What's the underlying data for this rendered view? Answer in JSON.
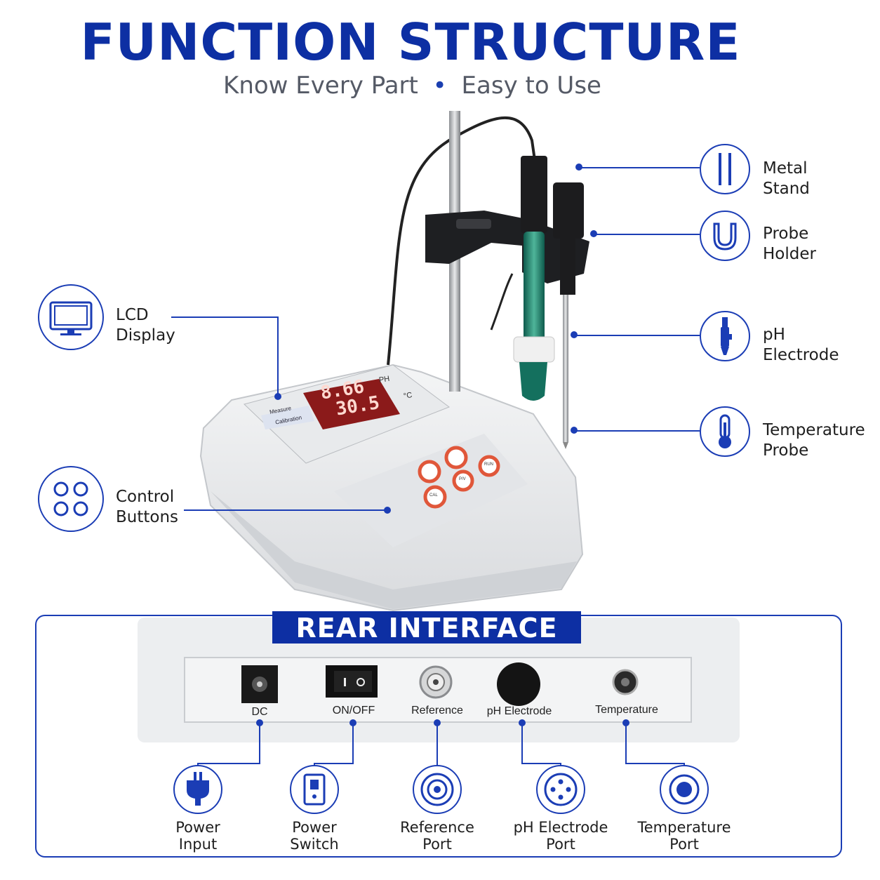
{
  "header": {
    "title": "FUNCTION STRUCTURE",
    "subtitle_left": "Know Every Part",
    "subtitle_sep": "•",
    "subtitle_right": "Easy to Use"
  },
  "device_display": {
    "ph_reading": "8.66",
    "temp_reading": "30.5",
    "ph_unit": "PH",
    "temp_unit": "°C",
    "mode_measure": "Measure",
    "mode_calibration": "Calibration",
    "button_cal": "CAL",
    "button_pv": "P/V",
    "button_run": "RUN"
  },
  "callouts": {
    "lcd": {
      "line1": "LCD",
      "line2": "Display",
      "icon": "monitor-icon"
    },
    "control": {
      "line1": "Control",
      "line2": "Buttons",
      "icon": "four-circles-icon"
    },
    "stand": {
      "line1": "Metal",
      "line2": "Stand",
      "icon": "parallel-bars-icon"
    },
    "holder": {
      "line1": "Probe",
      "line2": "Holder",
      "icon": "u-shape-icon"
    },
    "electrode": {
      "line1": "pH",
      "line2": "Electrode",
      "icon": "electrode-icon"
    },
    "tempprobe": {
      "line1": "Temperature",
      "line2": "Probe",
      "icon": "thermometer-icon"
    }
  },
  "rear": {
    "title": "REAR INTERFACE",
    "ports": [
      {
        "label": "DC"
      },
      {
        "label": "ON/OFF"
      },
      {
        "label": "Reference"
      },
      {
        "label": "pH Electrode"
      },
      {
        "label": "Temperature"
      }
    ],
    "icons": [
      {
        "line1": "Power",
        "line2": "Input",
        "icon": "plug-icon"
      },
      {
        "line1": "Power",
        "line2": "Switch",
        "icon": "switch-icon"
      },
      {
        "line1": "Reference",
        "line2": "Port",
        "icon": "coax-port-icon"
      },
      {
        "line1": "pH Electrode",
        "line2": "Port",
        "icon": "multi-pin-port-icon"
      },
      {
        "line1": "Temperature",
        "line2": "Port",
        "icon": "round-port-icon"
      }
    ]
  },
  "colors": {
    "brand": "#0d2fa3",
    "accent": "#1b3db5",
    "display": "#8b1a1a",
    "buttons": "#e0573a"
  }
}
